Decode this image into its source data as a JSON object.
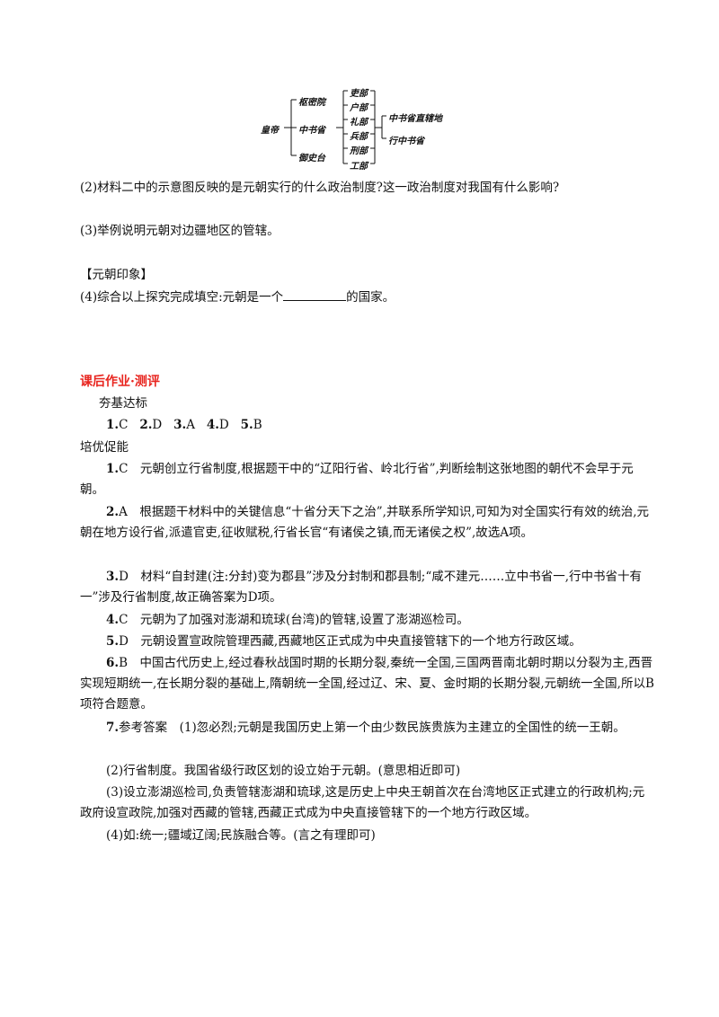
{
  "diagram": {
    "root": "皇帝",
    "level1": [
      "枢密院",
      "中书省",
      "御史台"
    ],
    "ministries": [
      "吏部",
      "户部",
      "礼部",
      "兵部",
      "刑部",
      "工部"
    ],
    "regions": [
      "中书省直辖地",
      "行中书省"
    ]
  },
  "questions": {
    "q2": "(2)材料二中的示意图反映的是元朝实行的什么政治制度?这一政治制度对我国有什么影响?",
    "q3": "(3)举例说明元朝对边疆地区的管辖。",
    "impression_heading": "【元朝印象】",
    "q4_before": "(4)综合以上探究完成填空:元朝是一个",
    "q4_after": "的国家。"
  },
  "section_title": "课后作业·测评",
  "basic": {
    "heading": "夯基达标",
    "answers": [
      {
        "n": "1.",
        "v": "C"
      },
      {
        "n": "2.",
        "v": "D"
      },
      {
        "n": "3.",
        "v": "A"
      },
      {
        "n": "4.",
        "v": "D"
      },
      {
        "n": "5.",
        "v": "B"
      }
    ]
  },
  "advanced": {
    "heading": "培优促能",
    "items": [
      {
        "n": "1.",
        "text": "C　元朝创立行省制度,根据题干中的“辽阳行省、岭北行省”,判断绘制这张地图的朝代不会早于元朝。"
      },
      {
        "n": "2.",
        "text": "A　根据题干材料中的关键信息“十省分天下之治”,并联系所学知识,可知为对全国实行有效的统治,元朝在地方设行省,派遣官吏,征收赋税,行省长官“有诸侯之镇,而无诸侯之权”,故选A项。"
      },
      {
        "n": "3.",
        "text": "D　材料“自封建(注:分封)变为郡县”涉及分封制和郡县制;“咸不建元……立中书省一,行中书省十有一”涉及行省制度,故正确答案为D项。"
      },
      {
        "n": "4.",
        "text": "C　元朝为了加强对澎湖和琉球(台湾)的管辖,设置了澎湖巡检司。"
      },
      {
        "n": "5.",
        "text": "D　元朝设置宣政院管理西藏,西藏地区正式成为中央直接管辖下的一个地方行政区域。"
      },
      {
        "n": "6.",
        "text": "B　中国古代历史上,经过春秋战国时期的长期分裂,秦统一全国,三国两晋南北朝时期以分裂为主,西晋实现短期统一,在长期分裂的基础上,隋朝统一全国,经过辽、宋、夏、金时期的长期分裂,元朝统一全国,所以B项符合题意。"
      },
      {
        "n": "7.",
        "text": "参考答案　(1)忽必烈;元朝是我国历史上第一个由少数民族贵族为主建立的全国性的统一王朝。"
      }
    ],
    "extra": [
      "(2)行省制度。我国省级行政区划的设立始于元朝。(意思相近即可)",
      "(3)设立澎湖巡检司,负责管辖澎湖和琉球,这是历史上中央王朝首次在台湾地区正式建立的行政机构;元政府设宣政院,加强对西藏的管辖,西藏正式成为中央直接管辖下的一个地方行政区域。",
      "(4)如:统一;疆域辽阔;民族融合等。(言之有理即可)"
    ]
  }
}
